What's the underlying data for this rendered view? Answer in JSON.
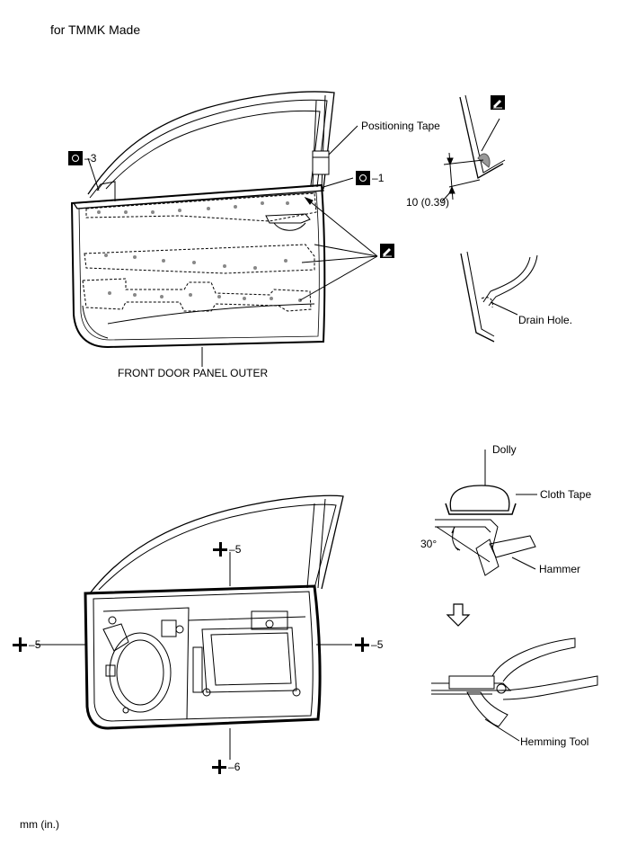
{
  "header": {
    "title": "for TMMK Made"
  },
  "callouts": {
    "positioning_tape": "Positioning Tape",
    "dimension": "10 (0.39)",
    "drain_hole": "Drain Hole.",
    "front_door_panel_outer": "FRONT DOOR PANEL OUTER",
    "dolly": "Dolly",
    "cloth_tape": "Cloth Tape",
    "angle": "30°",
    "hammer": "Hammer",
    "hemming_tool": "Hemming Tool"
  },
  "weld_symbols": {
    "spot_3": "3",
    "spot_1": "1",
    "plus_top": "5",
    "plus_left": "5",
    "plus_right": "5",
    "plus_bottom": "6"
  },
  "footer": {
    "units": "mm (in.)"
  },
  "icons": [
    "sealer-icon",
    "spot-weld-icon",
    "plus-weld-icon",
    "down-arrow-icon"
  ]
}
